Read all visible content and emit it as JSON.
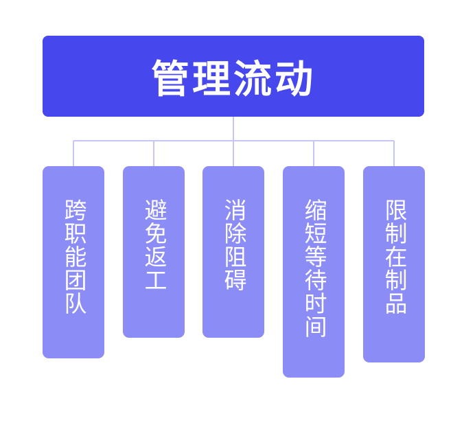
{
  "diagram": {
    "root": {
      "label": "管理流动"
    },
    "children": [
      {
        "label": "跨职能团队"
      },
      {
        "label": "避免返工"
      },
      {
        "label": "消除阻碍"
      },
      {
        "label": "缩短等待时间"
      },
      {
        "label": "限制在制品"
      }
    ],
    "colors": {
      "root_fill": "#4747ee",
      "child_fill": "#8c8cf7",
      "connector": "#c6c6f4",
      "text": "#ffffff"
    }
  }
}
